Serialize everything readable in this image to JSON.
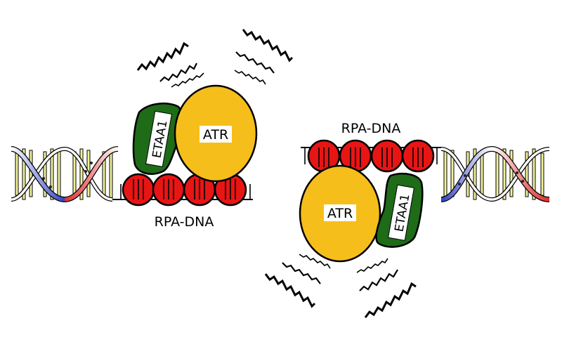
{
  "labels": {
    "atr_left": "ATR",
    "atr_right": "ATR",
    "etaa1_left": "ETAA1",
    "etaa1_right": "ETAA1",
    "rpa_dna_left": "RPA-DNA",
    "rpa_dna_right": "RPA-DNA"
  },
  "colors": {
    "atr": "#f6be1a",
    "etaa1": "#1e6b18",
    "rpa": "#e81515",
    "dna_strand_red": "#d94343",
    "dna_strand_blue": "#3a50c8",
    "base_pair": "#f2f29a"
  }
}
